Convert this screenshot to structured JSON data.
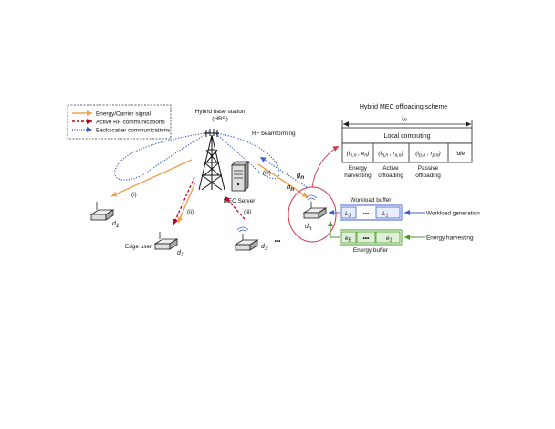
{
  "legend": {
    "energy": "Energy/Carrier signal",
    "active": "Active RF communications",
    "backscatter": "Backscatter communications"
  },
  "hbs_label_line1": "Hybrid base station",
  "hbs_label_line2": "(HBS)",
  "rf_beamforming": "RF beamforming",
  "mec_server": "MEC Server",
  "edge_user": "Edge user",
  "links": {
    "i": "(i)",
    "ii": "(ii)",
    "iii": "(iii)",
    "iv": "(iv)"
  },
  "devices": {
    "d1": "d",
    "d1_sub": "1",
    "d2": "d",
    "d2_sub": "2",
    "d3": "d",
    "d3_sub": "3",
    "dn": "d",
    "dn_sub": "n"
  },
  "ellipsis": "•••",
  "channels": {
    "g": "g",
    "g_sub": "n",
    "h": "h",
    "h_sub": "n"
  },
  "scheme": {
    "title": "Hybrid MEC offloading scheme",
    "period": "t",
    "period_sub": "n",
    "local": "Local computing",
    "cells": [
      {
        "expr": "(t_{h,n} , e_n)",
        "label1": "Energy",
        "label2": "harvesting"
      },
      {
        "expr": "(t_{a,n} , r_{a,n})",
        "label1": "Active",
        "label2": "offloading"
      },
      {
        "expr": "(t_{p,n} , r_{p,n})",
        "label1": "Passive",
        "label2": "offloading"
      },
      {
        "expr": "Idle",
        "label1": "",
        "label2": ""
      }
    ]
  },
  "workload": {
    "title": "Workload buffer",
    "generation": "Workload generation",
    "q_left": "L",
    "q_left_sub": "J",
    "q_right": "L",
    "q_right_sub": "1"
  },
  "energy": {
    "title": "Energy buffer",
    "harvesting": "Energy harvesting",
    "q_left": "e",
    "q_left_sub": "E",
    "q_right": "e",
    "q_right_sub": "1"
  },
  "colors": {
    "energy": "#f0a050",
    "active": "#c0001c",
    "backscatter": "#3a5fcd",
    "oval": "#d0344a",
    "workload_fill": "#e8eefc",
    "energy_fill": "#dff0d8",
    "energy_stroke": "#4a9a2a"
  }
}
